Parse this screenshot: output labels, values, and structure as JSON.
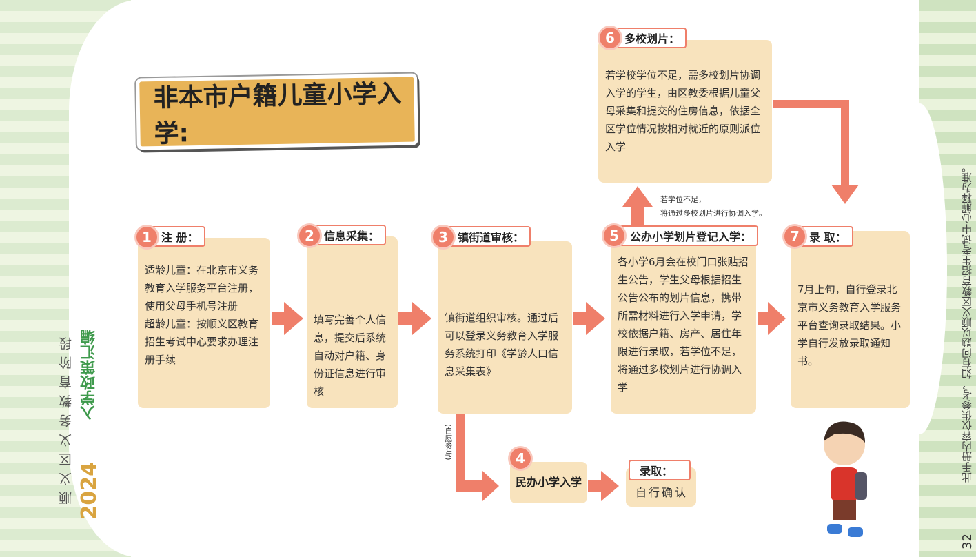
{
  "title": "非本市户籍儿童小学入学:",
  "sidebar": {
    "series": "顺义区义务教育阶段",
    "year": "2024",
    "book": "入学政策汇编"
  },
  "right_note": "此手册内容仅供参考，如有问题以顺义区教育招生考试中心解释为准。",
  "page_number": "32",
  "steps": [
    {
      "num": "1",
      "label": "注 册：",
      "text": "适龄儿童：在北京市义务教育入学服务平台注册，使用父母手机号注册\n超龄儿童：按顺义区教育招生考试中心要求办理注册手续"
    },
    {
      "num": "2",
      "label": "信息采集：",
      "text": "填写完善个人信息，提交后系统自动对户籍、身份证信息进行审核"
    },
    {
      "num": "3",
      "label": "镇街道审核：",
      "text": "镇街道组织审核。通过后可以登录义务教育入学服务系统打印《学龄人口信息采集表》"
    },
    {
      "num": "4",
      "label": "民办小学入学"
    },
    {
      "num": "5",
      "label": "公办小学划片登记入学：",
      "text": "各小学6月会在校门口张贴招生公告，学生父母根据招生公告公布的划片信息，携带所需材料进行入学申请，学校依据户籍、房产、居住年限进行录取，若学位不足，将通过多校划片进行协调入学"
    },
    {
      "num": "6",
      "label": "多校划片：",
      "text": "若学校学位不足，需多校划片协调入学的学生，由区教委根据儿童父母采集和提交的住房信息，依据全区学位情况按相对就近的原则派位入学"
    },
    {
      "num": "7",
      "label": "录 取：",
      "text": "7月上旬，自行登录北京市义务教育入学服务平台查询录取结果。小学自行发放录取通知书。"
    }
  ],
  "private_admit": {
    "label": "录取：",
    "text": "自行确认"
  },
  "voluntary_note": "(自愿参与)",
  "shortage_note": {
    "line1": "若学位不足，",
    "line2": "将通过多校划片进行协调入学。"
  },
  "colors": {
    "arrow": "#ef7f6a",
    "box": "#f8e3bd",
    "title": "#e8b458"
  }
}
